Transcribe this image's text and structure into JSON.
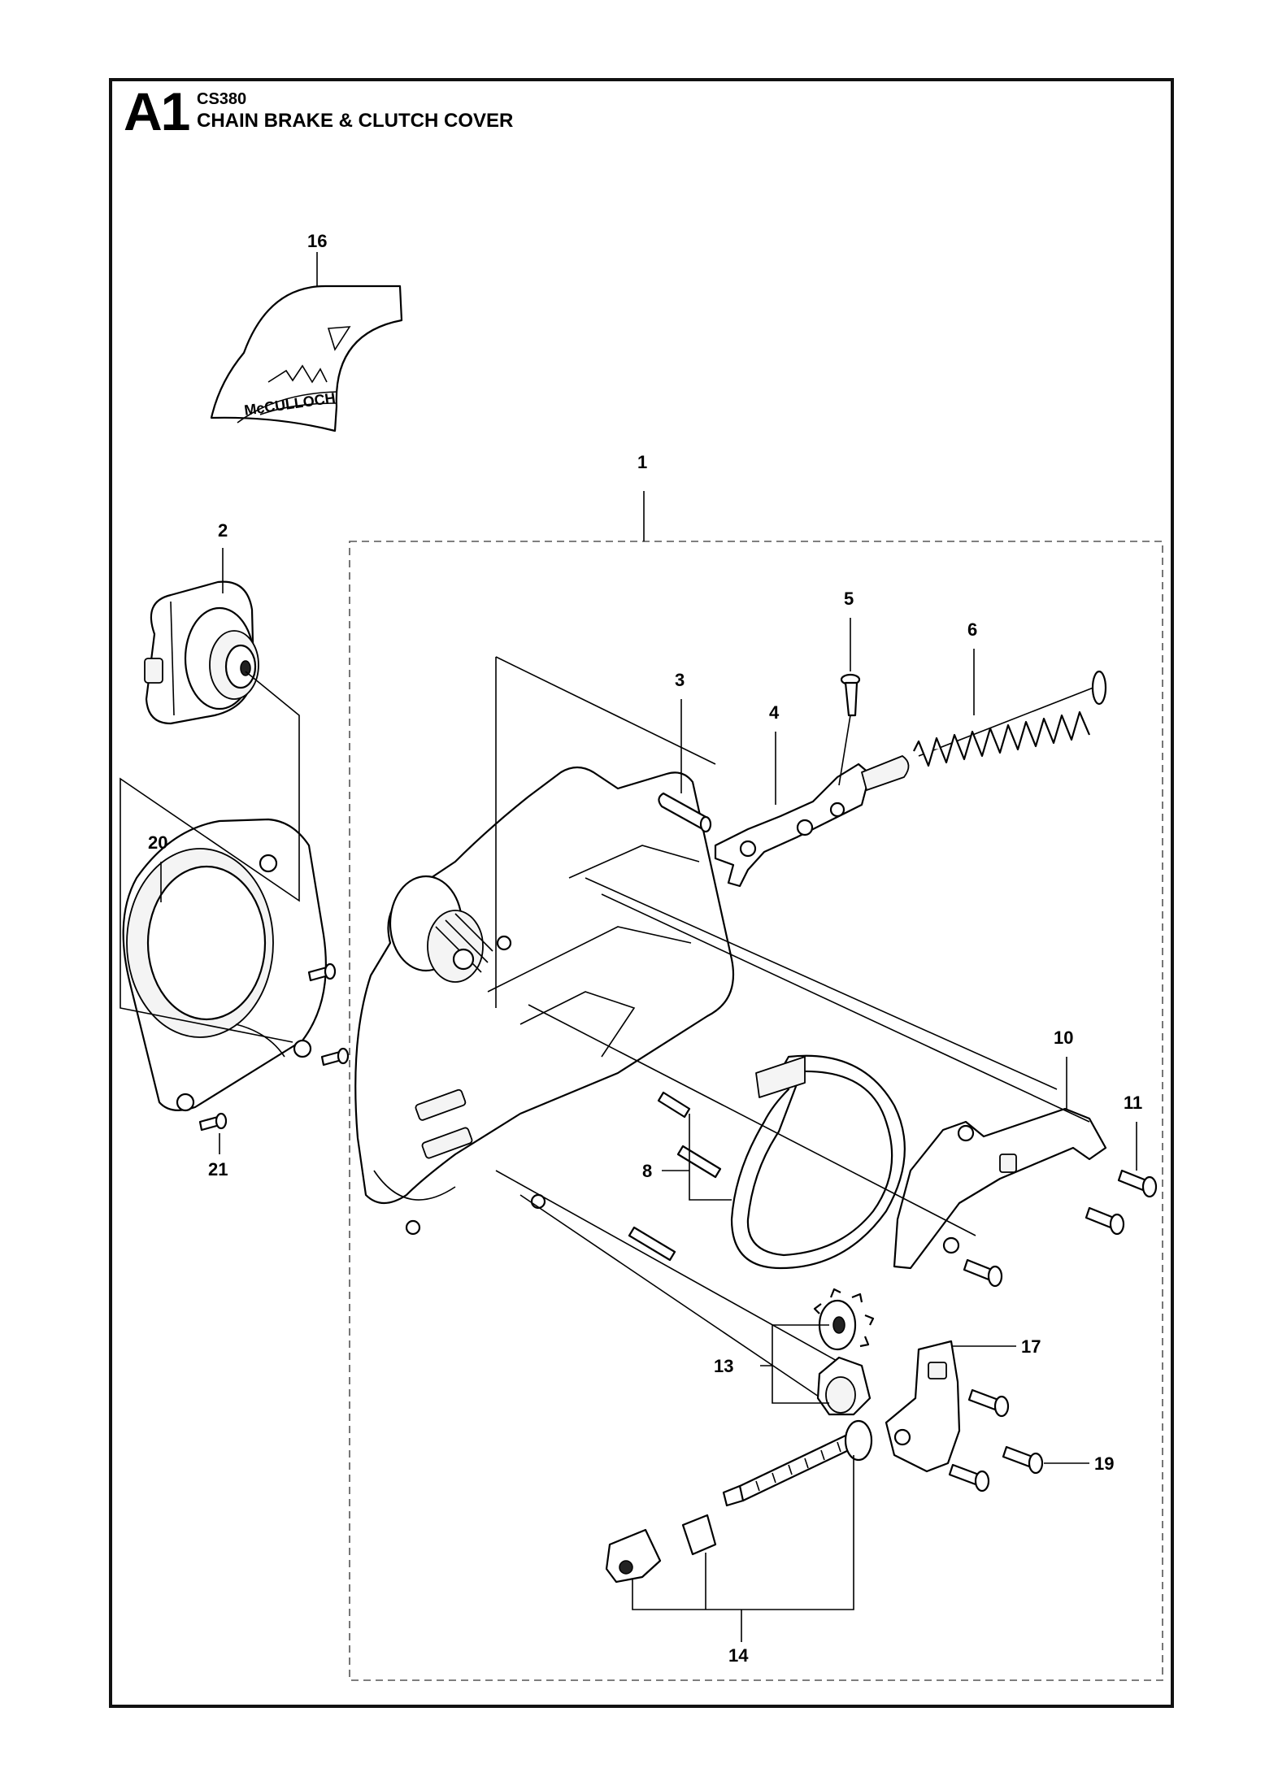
{
  "header": {
    "page_code": "A1",
    "model": "CS380",
    "title": "CHAIN BRAKE & CLUTCH COVER"
  },
  "decal": {
    "brand": "McCULLOCH"
  },
  "callouts": [
    {
      "id": "c1",
      "label": "1"
    },
    {
      "id": "c2",
      "label": "2"
    },
    {
      "id": "c3",
      "label": "3"
    },
    {
      "id": "c4",
      "label": "4"
    },
    {
      "id": "c5",
      "label": "5"
    },
    {
      "id": "c6",
      "label": "6"
    },
    {
      "id": "c8",
      "label": "8"
    },
    {
      "id": "c10",
      "label": "10"
    },
    {
      "id": "c11",
      "label": "11"
    },
    {
      "id": "c13",
      "label": "13"
    },
    {
      "id": "c14",
      "label": "14"
    },
    {
      "id": "c16",
      "label": "16"
    },
    {
      "id": "c17",
      "label": "17"
    },
    {
      "id": "c19",
      "label": "19"
    },
    {
      "id": "c20",
      "label": "20"
    },
    {
      "id": "c21",
      "label": "21"
    }
  ]
}
